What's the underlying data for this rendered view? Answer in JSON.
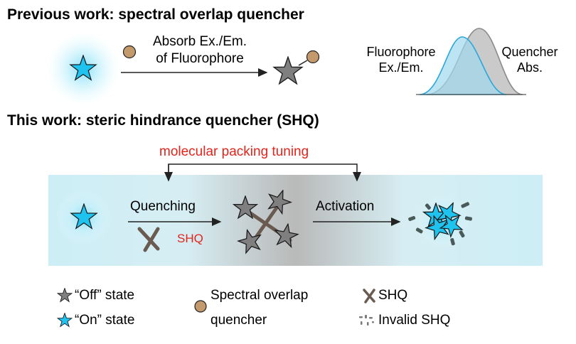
{
  "previous": {
    "title": "Previous work: spectral overlap quencher",
    "arrow_label_1": "Absorb Ex./Em.",
    "arrow_label_2": "of Fluorophore",
    "fluor_label_1": "Fluorophore",
    "fluor_label_2": "Ex./Em.",
    "quencher_label_1": "Quencher",
    "quencher_label_2": "Abs."
  },
  "this_work": {
    "title": "This work: steric hindrance quencher (SHQ)",
    "tuning_label": "molecular packing tuning",
    "quenching_label": "Quenching",
    "shq_label": "SHQ",
    "activation_label": "Activation"
  },
  "legend": {
    "off_state": "“Off” state",
    "on_state": "“On” state",
    "spectral_1": "Spectral overlap",
    "spectral_2": "quencher",
    "shq": "SHQ",
    "invalid_shq": "Invalid SHQ"
  },
  "colors": {
    "on_star": "#1fc3ef",
    "off_star": "#7f7f7f",
    "quencher_ball": "#c49a6c",
    "shq_cross": "#6b5a50",
    "accent_red": "#e2241b",
    "fluor_curve": "#2aa7dc",
    "quencher_curve": "#8a8a8a"
  }
}
